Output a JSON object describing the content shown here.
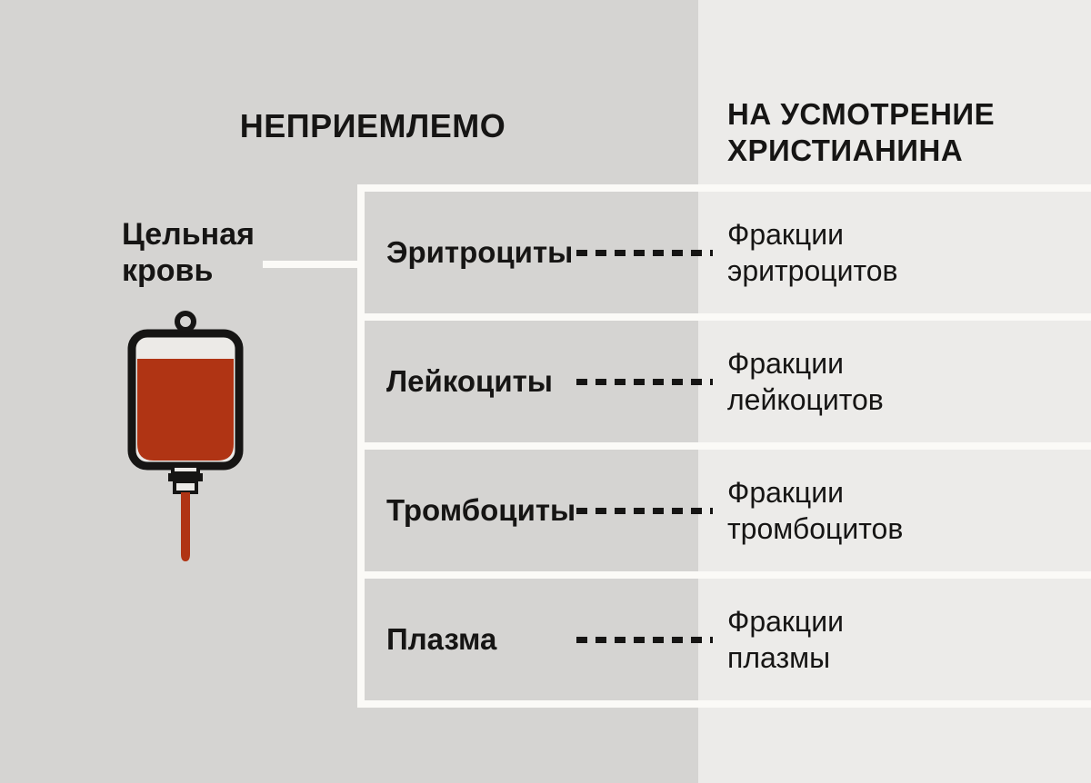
{
  "headers": {
    "left": "НЕПРИЕМЛЕМО",
    "right": "НА УСМОТРЕНИЕ\nХРИСТИАНИНА"
  },
  "labels": {
    "whole_blood": "Цельная\nкровь"
  },
  "rows": [
    {
      "component": "Эритроциты",
      "fraction": "Фракции\nэритроцитов"
    },
    {
      "component": "Лейкоциты",
      "fraction": "Фракции\nлейкоцитов"
    },
    {
      "component": "Тромбоциты",
      "fraction": "Фракции\nтромбоцитов"
    },
    {
      "component": "Плазма",
      "fraction": "Фракции\nплазмы"
    }
  ],
  "icons": {
    "blood_bag": "blood-bag-icon"
  },
  "colors": {
    "background_left": "#d5d4d2",
    "background_right": "#ecebe9",
    "divider_line": "#fbfaf7",
    "text": "#161514",
    "blood": "#b03414"
  }
}
